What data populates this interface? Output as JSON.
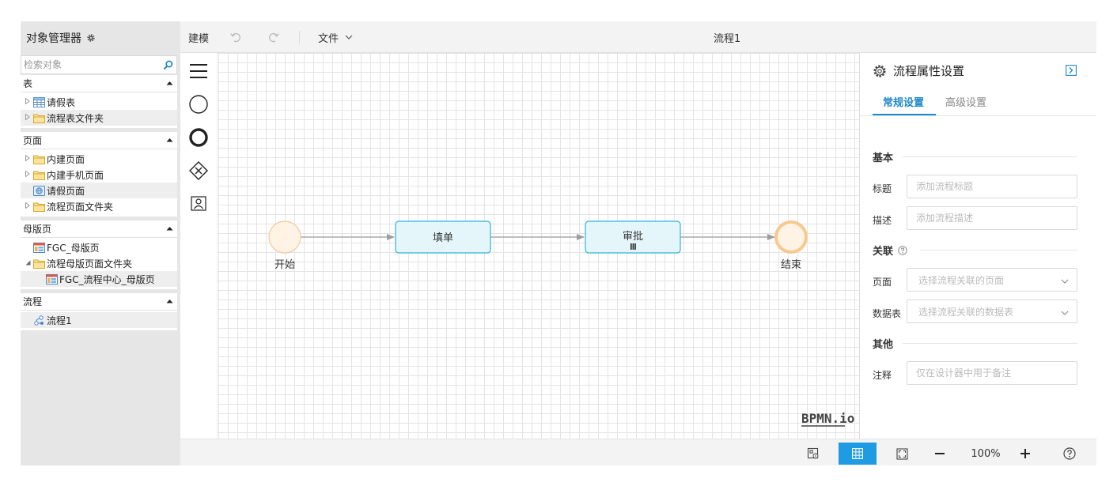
{
  "sidebar": {
    "title": "对象管理器",
    "search_placeholder": "检索对象",
    "sections": [
      {
        "label": "表",
        "items": [
          {
            "label": "请假表",
            "icon": "table-icon",
            "expander": true,
            "selected": false,
            "indent": 0
          },
          {
            "label": "流程表文件夹",
            "icon": "folder-icon",
            "expander": true,
            "selected": true,
            "indent": 0
          }
        ]
      },
      {
        "label": "页面",
        "items": [
          {
            "label": "内建页面",
            "icon": "folder-icon",
            "expander": true,
            "selected": false,
            "indent": 0
          },
          {
            "label": "内建手机页面",
            "icon": "folder-icon",
            "expander": true,
            "selected": false,
            "indent": 0
          },
          {
            "label": "请假页面",
            "icon": "page-icon",
            "expander": false,
            "selected": true,
            "indent": 0
          },
          {
            "label": "流程页面文件夹",
            "icon": "folder-icon",
            "expander": true,
            "selected": false,
            "indent": 0
          }
        ]
      },
      {
        "label": "母版页",
        "items": [
          {
            "label": "FGC_母版页",
            "icon": "master-page-icon",
            "expander": false,
            "selected": false,
            "indent": 0
          },
          {
            "label": "流程母版页面文件夹",
            "icon": "folder-icon",
            "expander": "open",
            "selected": false,
            "indent": 0
          },
          {
            "label": "FGC_流程中心_母版页",
            "icon": "master-page-icon",
            "expander": false,
            "selected": true,
            "indent": 1
          }
        ]
      },
      {
        "label": "流程",
        "items": [
          {
            "label": "流程1",
            "icon": "workflow-icon",
            "expander": false,
            "selected": true,
            "indent": 0
          }
        ]
      }
    ]
  },
  "toolbar": {
    "model_label": "建模",
    "file_label": "文件",
    "doc_title": "流程1"
  },
  "diagram": {
    "start_label": "开始",
    "task1_label": "填单",
    "task2_label": "审批",
    "end_label": "结束",
    "watermark": "BPMN.io"
  },
  "statusbar": {
    "zoom": "100%"
  },
  "props": {
    "title": "流程属性设置",
    "tabs": [
      {
        "label": "常规设置",
        "active": true
      },
      {
        "label": "高级设置",
        "active": false
      }
    ],
    "groups": {
      "basic": "基本",
      "relation": "关联",
      "other": "其他"
    },
    "fields": {
      "title_label": "标题",
      "title_placeholder": "添加流程标题",
      "desc_label": "描述",
      "desc_placeholder": "添加流程描述",
      "page_label": "页面",
      "page_placeholder": "选择流程关联的页面",
      "table_label": "数据表",
      "table_placeholder": "选择流程关联的数据表",
      "note_label": "注释",
      "note_placeholder": "仅在设计器中用于备注"
    }
  },
  "colors": {
    "accent": "#1e88c9",
    "task_fill": "#e5f6fb",
    "task_stroke": "#31b4d8",
    "start_fill": "#fff3e6",
    "end_stroke": "#f6c98e",
    "zoom_btn_active": "#1e9be2"
  }
}
